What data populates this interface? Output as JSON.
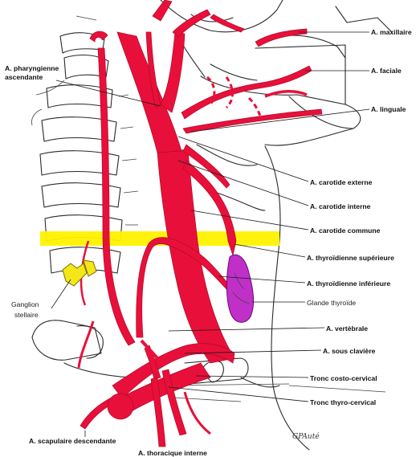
{
  "colors": {
    "artery": "#e8103a",
    "artery_dark": "#b0082a",
    "highlight": "#fff200",
    "thyroid": "#c030c8",
    "ganglion": "#f5e61a",
    "ink": "#2a2a2a",
    "background": "#ffffff"
  },
  "labels": {
    "maxillaire": "A. maxillaire",
    "faciale": "A. faciale",
    "linguale": "A. linguale",
    "pharyngienne_line1": "A. pharyngienne",
    "pharyngienne_line2": "ascendante",
    "carotide_externe": "A. carotide externe",
    "carotide_interne": "A. carotide interne",
    "carotide_commune": "A. carotide commune",
    "thyroidienne_superieure": "A. thyroïdienne supérieure",
    "thyroidienne_inferieure": "A. thyroïdienne inférieure",
    "glande_thyroide": "Glande thyroïde",
    "ganglion_line1": "Ganglion",
    "ganglion_line2": "stellaire",
    "vertebrale": "A. vertèbrale",
    "sous_claviere": "A. sous clavière",
    "tronc_costo_cervical": "Tronc costo-cervical",
    "tronc_thyro_cervical": "Tronc thyro-cervical",
    "scapulaire_descendante": "A. scapulaire descendante",
    "thoracique_interne": "A. thoracique interne",
    "signature": "GPAuté"
  }
}
